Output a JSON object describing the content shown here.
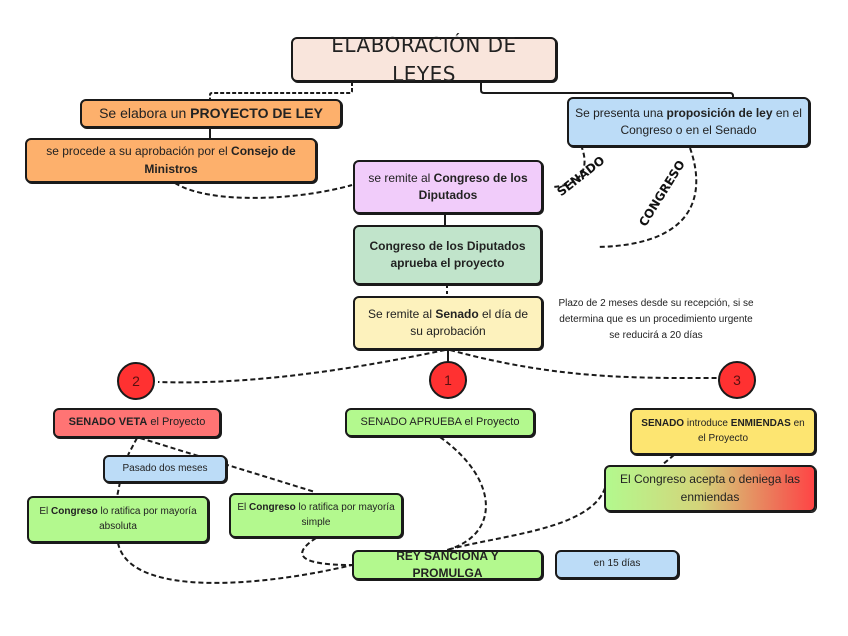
{
  "title": "ELABORACIÓN DE LEYES",
  "nodes": {
    "proyecto_ley": {
      "pre": "Se elabora un ",
      "bold": "PROYECTO DE LEY",
      "post": ""
    },
    "consejo": {
      "pre": "se procede a su aprobación por el ",
      "bold": "Consejo de Ministros",
      "post": ""
    },
    "proposicion": {
      "pre": "Se presenta una ",
      "bold": "proposición de ley",
      "post": " en el Congreso o en el Senado"
    },
    "remite_congreso": {
      "pre": "se remite al ",
      "bold": "Congreso de los Diputados",
      "post": ""
    },
    "congreso_aprueba": {
      "bold": "Congreso de los Diputados aprueba el proyecto"
    },
    "remite_senado": {
      "pre": "Se remite al ",
      "bold": "Senado",
      "post": " el día de su aprobación"
    },
    "senado_veta": {
      "bold": "SENADO VETA",
      "post": " el Proyecto"
    },
    "pasado_meses": {
      "text": "Pasado dos meses"
    },
    "ratifica_absoluta": {
      "pre": "El ",
      "bold": "Congreso",
      "post": " lo ratifica por mayoría absoluta"
    },
    "ratifica_simple": {
      "pre": "El ",
      "bold": "Congreso",
      "post": " lo ratifica por mayoría simple"
    },
    "senado_aprueba": {
      "text": "SENADO APRUEBA el Proyecto"
    },
    "senado_enmiendas": {
      "bold1": "SENADO",
      "mid": " introduce ",
      "bold2": "ENMIENDAS",
      "post": " en el Proyecto"
    },
    "acepta_deniega": {
      "text": "El Congreso acepta o deniega las enmiendas"
    },
    "rey_sanciona": {
      "bold": "REY SANCIONA Y PROMULGA"
    },
    "en_15_dias": {
      "text": "en 15 días"
    }
  },
  "circles": {
    "one": "1",
    "two": "2",
    "three": "3"
  },
  "labels": {
    "senado": "SENADO",
    "congreso": "CONGRESO"
  },
  "note": "Plazo de 2 meses desde su recepción, si se determina que es un procedimiento urgente se reducirá a 20 días",
  "colors": {
    "title": "#f9e5dc",
    "orange": "#fdb06c",
    "blue": "#bcdcf7",
    "purple": "#f1ccfa",
    "teal": "#c1e4cb",
    "pale_yellow": "#fdf2bd",
    "red": "#ff7474",
    "green": "#b3f98e",
    "yellow": "#fde571",
    "circle": "#ff3131"
  }
}
